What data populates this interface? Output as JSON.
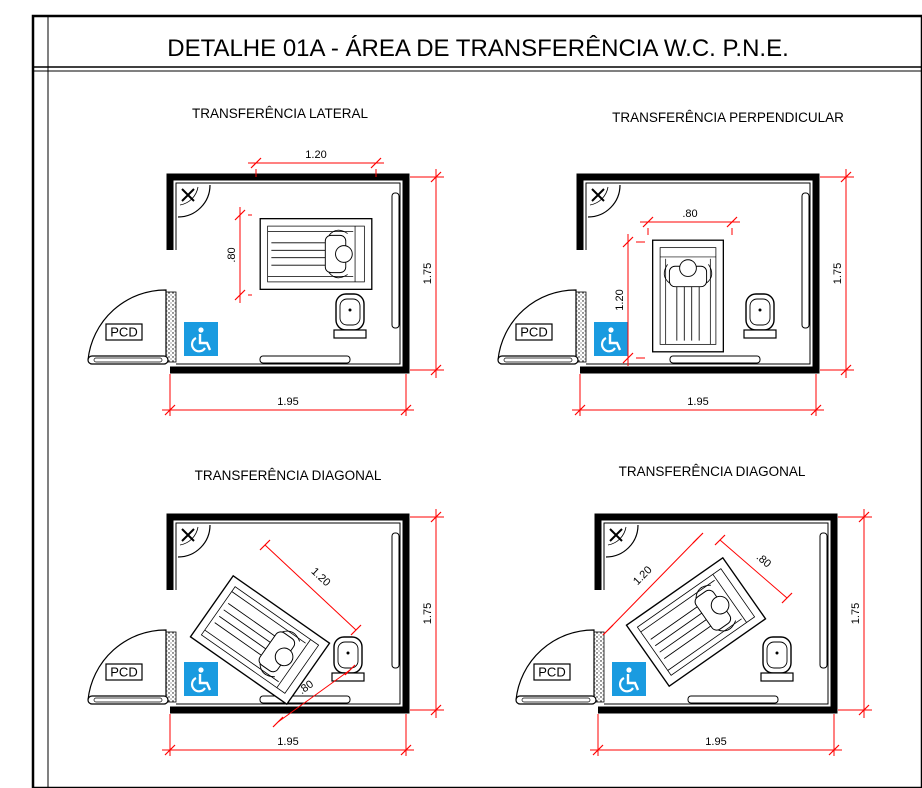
{
  "title": "DETALHE 01A - ÁREA DE TRANSFERÊNCIA W.C. P.N.E.",
  "dimension_color": "#ff0000",
  "accessibility_sign_color": "#1a9be0",
  "panels": [
    {
      "subtitle": "TRANSFERÊNCIA LATERAL",
      "door_label": "PCD",
      "dim_width": "1.95",
      "dim_depth": "1.75",
      "dim_a": "1.20",
      "dim_b": ".80"
    },
    {
      "subtitle": "TRANSFERÊNCIA PERPENDICULAR",
      "door_label": "PCD",
      "dim_width": "1.95",
      "dim_depth": "1.75",
      "dim_a": "1.20",
      "dim_b": ".80"
    },
    {
      "subtitle": "TRANSFERÊNCIA DIAGONAL",
      "door_label": "PCD",
      "dim_width": "1.95",
      "dim_depth": "1.75",
      "dim_a": "1.20",
      "dim_b": ".80"
    },
    {
      "subtitle": "TRANSFERÊNCIA DIAGONAL",
      "door_label": "PCD",
      "dim_width": "1.95",
      "dim_depth": "1.75",
      "dim_a": "1.20",
      "dim_b": ".80"
    }
  ]
}
